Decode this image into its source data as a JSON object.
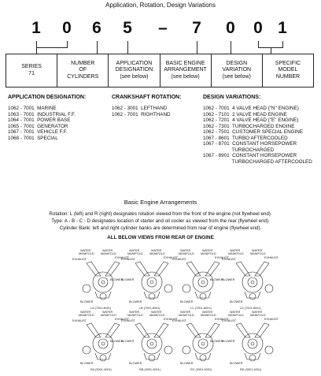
{
  "header": {
    "title": "Application, Rotation, Design Variations"
  },
  "model_number": {
    "digits": [
      "1",
      "0",
      "6",
      "5",
      "7",
      "0",
      "0",
      "1"
    ],
    "dash": "–"
  },
  "boxes": [
    "SERIES\n71",
    "NUMBER\nOF\nCYLINDERS",
    "APPLICATION\nDESIGNATION\n(see below)",
    "BASIC ENGINE\nARRANGEMENT\n(see below)",
    "DESIGN\nVARIATION\n(see below)",
    "SPECIFIC\nMODEL\nNUMBER"
  ],
  "application": {
    "heading": "APPLICATION DESIGNATION:",
    "rows": [
      "1062 - 7001  MARINE",
      "1063 - 7001  INDUSTRIAL F.F.",
      "1064 - 7001  POWER BASE",
      "1065 - 7001  GENERATOR",
      "1067 - 7001  VEHICLE F.F.",
      "1068 - 7001  SPECIAL"
    ]
  },
  "crankshaft": {
    "heading": "CRANKSHAFT ROTATION:",
    "rows": [
      "1062 - 3001  LEFTHAND",
      "1062 - 7001  RIGHTHAND"
    ]
  },
  "design": {
    "heading": "DESIGN VARIATIONS:",
    "rows": [
      "1062 - 7001  4 VALVE HEAD (\"N\" ENGINE)",
      "1062 - 7101  2 VALVE HEAD ENGINE",
      "1062 - 7201  4 VALVE HEAD (\"E\" ENGINE)",
      "1062 - 7301  TURBOCHARGED ENGINE",
      "1062 - 7501  CUSTOMER SPECIAL ENGINE",
      "1067 - 8601  TURBO AFTERCOOLED",
      "1067 - 8701  CONSTANT HORSEPOWER",
      "                     TURBOCHARGED",
      "1067 - 8901  CONSTANT HORSEPOWER",
      "                     TURBOCHARGED AFTERCOOLED"
    ]
  },
  "arrangements": {
    "title": "Basic Engine Arrangements",
    "notes": [
      "Rotation: L (left) and R (right) designates rotation viewed from the front of the engine (not flywheel end).",
      "Type: A - B - C - D designates location of starter and oil cooler as viewed from the rear (flywheel end).",
      "Cylinder Bank: left and right cylinder banks are determined from rear of engine (flywheel end)."
    ],
    "views_heading": "ALL BELOW VIEWS FROM REAR OF ENGINE",
    "labels": {
      "water_manifold": "WATER MANIFOLD",
      "exhaust": "EXHAUST",
      "blower": "BLOWER"
    },
    "captions": [
      "LA (7001-8001)",
      "LB (7001-8001)",
      "LC (7001-8001)",
      "LD (7001-8001)",
      "RA (3001-4001)",
      "RB (3001-4001)",
      "RC (3001-4001)",
      "RD (3001-4001)"
    ]
  }
}
